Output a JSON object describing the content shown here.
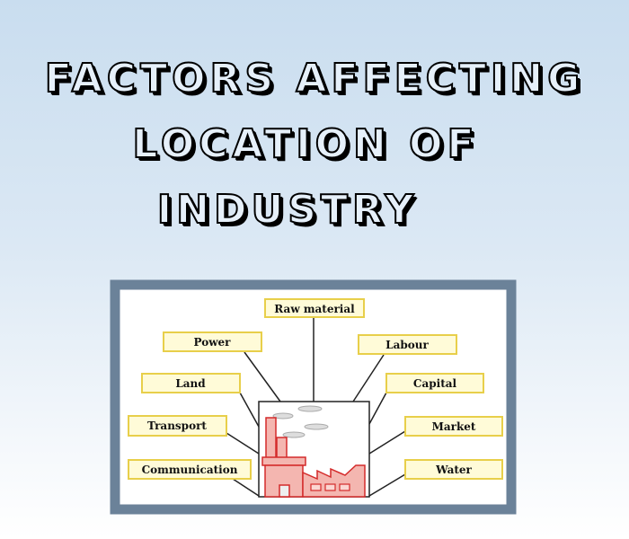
{
  "title": {
    "line1": "FACTORS AFFECTING",
    "line2": "LOCATION OF",
    "line3": "INDUSTRY"
  },
  "diagram": {
    "factors": {
      "raw_material": "Raw material",
      "power": "Power",
      "labour": "Labour",
      "land": "Land",
      "capital": "Capital",
      "transport": "Transport",
      "market": "Market",
      "communication": "Communication",
      "water": "Water"
    },
    "colors": {
      "frame": "#6b8299",
      "box_fill": "#fffbd8",
      "box_border": "#e8cf4a",
      "factory_fill": "#f4b6b0",
      "factory_stroke": "#d42a2a"
    }
  }
}
